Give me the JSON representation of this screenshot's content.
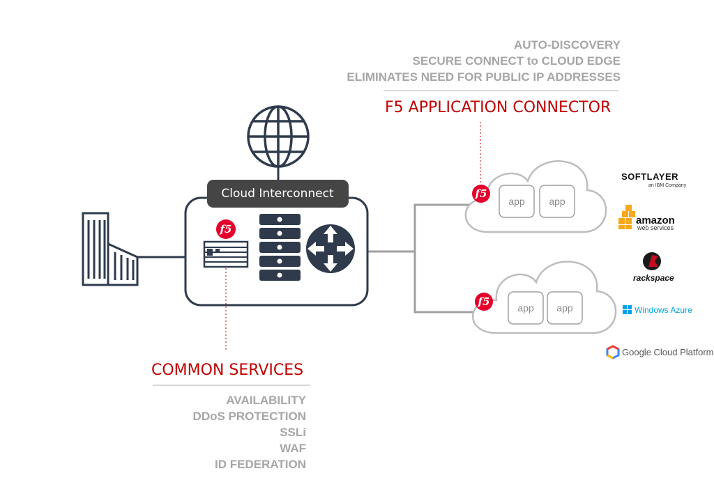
{
  "top_features": [
    "AUTO-DISCOVERY",
    "SECURE CONNECT to CLOUD EDGE",
    "ELIMINATES NEED FOR PUBLIC IP ADDRESSES"
  ],
  "connector_title": "F5 APPLICATION CONNECTOR",
  "interconnect_label": "Cloud Interconnect",
  "services_title": "COMMON SERVICES",
  "services": [
    "AVAILABILITY",
    "DDoS PROTECTION",
    "SSLi",
    "WAF",
    "ID FEDERATION"
  ],
  "f5_badge": "f5",
  "clouds": [
    {
      "apps": [
        "app",
        "app"
      ]
    },
    {
      "apps": [
        "app",
        "app"
      ]
    }
  ],
  "providers": {
    "softlayer": {
      "name": "SOFTLAYER",
      "sub": "an IBM Company"
    },
    "amazon": {
      "name": "amazon",
      "sub": "web services"
    },
    "rackspace": {
      "name": "rackspace"
    },
    "azure": {
      "name": "Windows Azure"
    },
    "google": {
      "name": "Google Cloud Platform"
    }
  },
  "colors": {
    "accent_red": "#c00000",
    "f5_red": "#e4002b",
    "dark_navy": "#2f3b4c",
    "grey_text": "#a6a6a6",
    "line_grey": "#a0a0a0"
  }
}
